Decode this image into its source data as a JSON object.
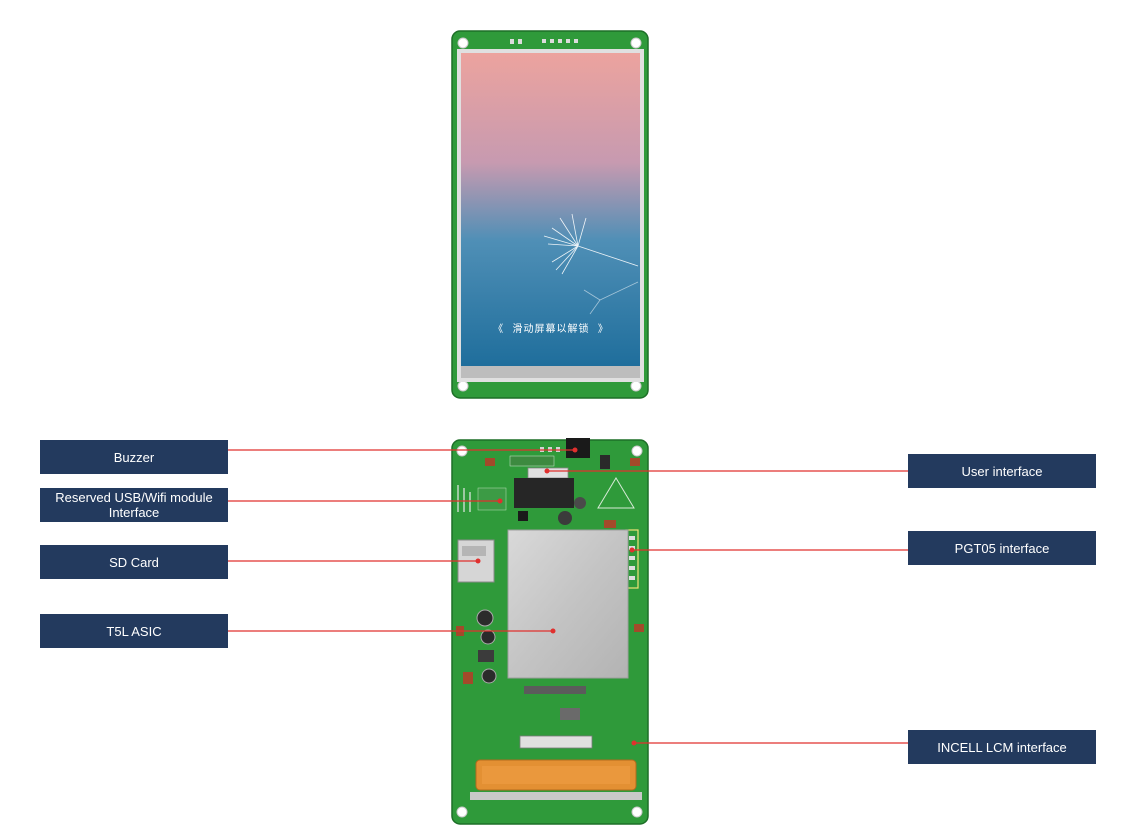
{
  "front_screen": {
    "unlock_text": "滑动屏幕以解锁",
    "arrow_left": "《",
    "arrow_right": "》"
  },
  "callouts": {
    "buzzer": "Buzzer",
    "usb_wifi_line1": "Reserved USB/Wifi module",
    "usb_wifi_line2": "Interface",
    "sd_card": "SD Card",
    "t5l_asic": "T5L ASIC",
    "user_interface": "User interface",
    "pgt05_interface": "PGT05 interface",
    "incell_lcm_interface": "INCELL LCM interface"
  },
  "colors": {
    "label_bg": "#233a5e",
    "leader_line": "#e0302e",
    "pcb_green": "#2f9a3a",
    "shield_silver": "#c9c9c9",
    "flex_orange": "#e39033"
  }
}
